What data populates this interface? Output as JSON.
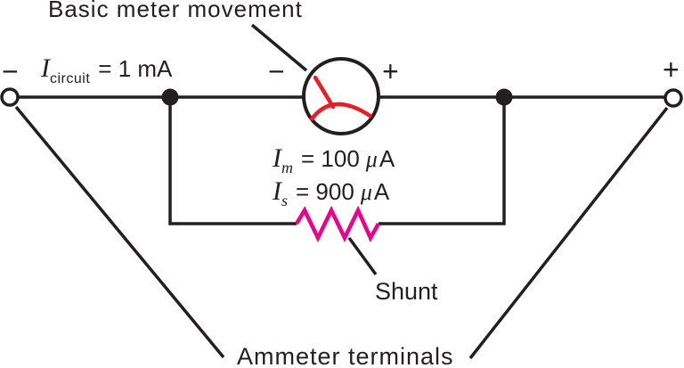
{
  "diagram": {
    "title_label": "Basic meter movement",
    "shunt_label": "Shunt",
    "terminals_label": "Ammeter terminals",
    "signs": {
      "left_terminal": "−",
      "meter_left": "−",
      "meter_right": "+",
      "right_terminal": "+"
    },
    "equations": {
      "circuit": {
        "symbol": "I",
        "subscript": "circuit",
        "rest": "= 1 mA"
      },
      "meter": {
        "symbol": "I",
        "subscript": "m",
        "rest": "= 100",
        "mu": "μ",
        "unit": "A"
      },
      "shunt": {
        "symbol": "I",
        "subscript": "s",
        "rest": "= 900",
        "mu": "μ",
        "unit": "A"
      }
    },
    "colors": {
      "line": "#231F20",
      "needle": "#ED1C24",
      "shunt_resistor": "#EC008C",
      "background": "#FFFFFF"
    }
  }
}
